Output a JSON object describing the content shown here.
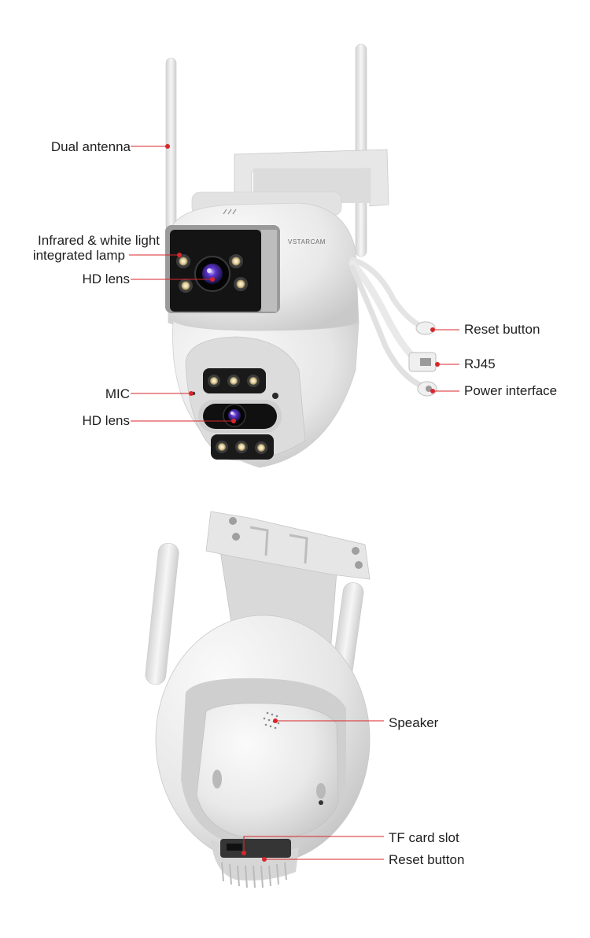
{
  "brand": {
    "logo_text": "VSTARCAM"
  },
  "colors": {
    "callout": "#d8262b",
    "camera_body": "#eeeeee",
    "lens_panel": "#161616",
    "lens_iris": "#5a33c9"
  },
  "views": {
    "front": {
      "labels": {
        "dual_antenna": "Dual antenna",
        "lamp_line1": "Infrared & white light",
        "lamp_line2": "integrated lamp",
        "hd_lens_top": "HD lens",
        "mic": "MIC",
        "hd_lens_bottom": "HD lens",
        "reset_button": "Reset button",
        "rj45": "RJ45",
        "power_interface": "Power interface"
      }
    },
    "bottom": {
      "labels": {
        "speaker": "Speaker",
        "tf_card_slot": "TF card slot",
        "reset_button": "Reset button"
      }
    }
  }
}
